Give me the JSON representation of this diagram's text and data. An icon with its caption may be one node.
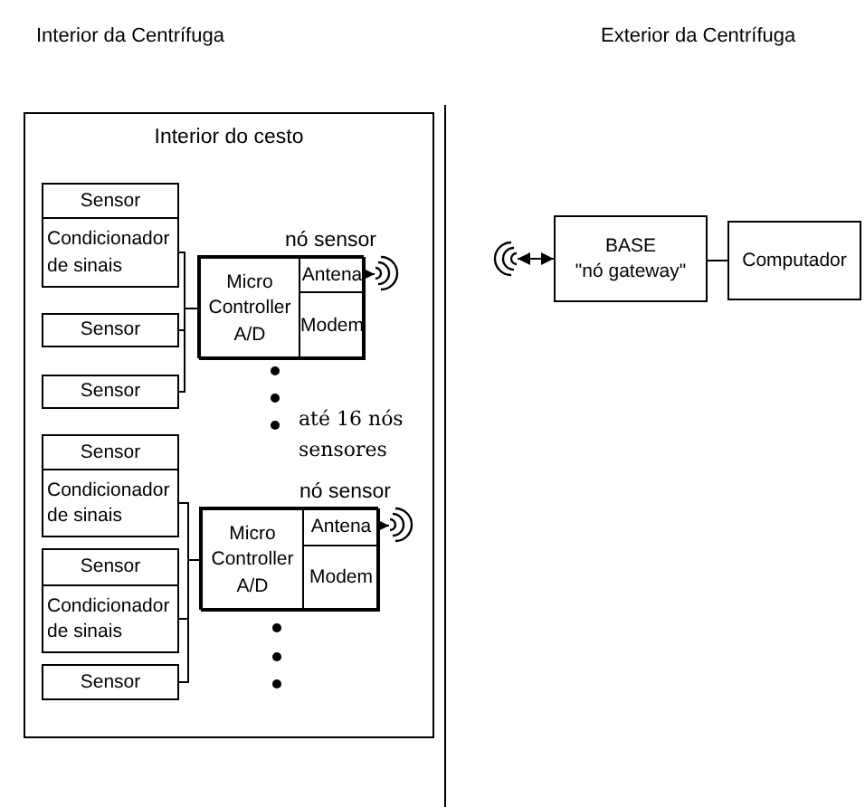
{
  "diagram": {
    "nodes": [
      {
        "text": [
          "Interior do cesto"
        ]
      },
      {
        "text": [
          "Sensor"
        ],
        "in": 0
      },
      {
        "text": [
          "Condicionador de sinais"
        ],
        "in": 0
      },
      {
        "text": [
          "Sensor"
        ],
        "in": 0
      },
      {
        "text": [
          "Sensor"
        ],
        "in": 0
      },
      {
        "text": [
          "nó sensor"
        ],
        "in": 0
      },
      {
        "text": [
          "Micro Controller A/D"
        ],
        "in": 5
      },
      {
        "text": [
          "Antena"
        ],
        "in": 5
      },
      {
        "text": [
          "Modem"
        ],
        "in": 5
      },
      {
        "text": [
          "Sensor"
        ],
        "in": 0
      },
      {
        "text": [
          "Condicionador de sinais"
        ],
        "in": 0
      },
      {
        "text": [
          "Sensor"
        ],
        "in": 0
      },
      {
        "text": [
          "Condicionador de sinais"
        ],
        "in": 0
      },
      {
        "text": [
          "Sensor"
        ],
        "in": 0
      },
      {
        "text": [
          "nó sensor"
        ],
        "in": 0
      },
      {
        "text": [
          "Micro Controller A/D"
        ],
        "in": 14
      },
      {
        "text": [
          "Antena"
        ],
        "in": 14
      },
      {
        "text": [
          "Modem"
        ],
        "in": 14
      },
      {
        "text": [
          "BASE",
          "\"nó gateway\""
        ]
      },
      {
        "text": [
          "Computador"
        ]
      },
      {
        "text": [],
        "shape": "picture",
        "in": 0
      },
      {
        "text": [],
        "shape": "picture",
        "in": 0
      },
      {
        "text": [],
        "shape": "picture"
      }
    ],
    "edges": [
      {
        "from": 2,
        "to": 6,
        "arrow": "none"
      },
      {
        "from": 3,
        "to": 6,
        "arrow": "none"
      },
      {
        "from": 4,
        "to": 6,
        "arrow": "none"
      },
      {
        "from": 7,
        "to": 20,
        "arrow": "to"
      },
      {
        "from": 10,
        "to": 15,
        "arrow": "none"
      },
      {
        "from": 12,
        "to": 15,
        "arrow": "none"
      },
      {
        "from": 13,
        "to": 15,
        "arrow": "none"
      },
      {
        "from": 16,
        "to": 21,
        "arrow": "to"
      },
      {
        "from": 22,
        "to": 18,
        "arrow": "both"
      },
      {
        "from": 18,
        "to": 19,
        "arrow": "none"
      }
    ],
    "labels": [
      "Interior da Centrífuga",
      "Exterior da Centrífuga",
      "até 16 nós sensores"
    ]
  }
}
